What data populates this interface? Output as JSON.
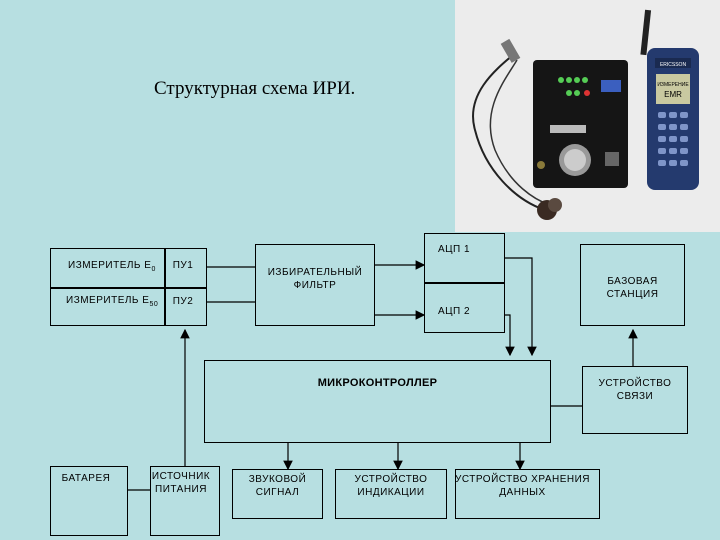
{
  "title": "Структурная схема ИРИ.",
  "blocks": {
    "meter_e0": {
      "label": "ИЗМЕРИТЕЛЬ E",
      "sub": "0"
    },
    "meter_e50": {
      "label": "ИЗМЕРИТЕЛЬ E",
      "sub": "50"
    },
    "pu1": "ПУ1",
    "pu2": "ПУ2",
    "filter_l1": "ИЗБИРАТЕЛЬНЫЙ",
    "filter_l2": "ФИЛЬТР",
    "adc1": "АЦП 1",
    "adc2": "АЦП 2",
    "base_l1": "БАЗОВАЯ",
    "base_l2": "СТАНЦИЯ",
    "mcu": "МИКРОКОНТРОЛЛЕР",
    "comm_l1": "УСТРОЙСТВО",
    "comm_l2": "СВЯЗИ",
    "battery": "БАТАРЕЯ",
    "power_l1": "ИСТОЧНИК",
    "power_l2": "ПИТАНИЯ",
    "sound_l1": "ЗВУКОВОЙ",
    "sound_l2": "СИГНАЛ",
    "display_l1": "УСТРОЙСТВО",
    "display_l2": "ИНДИКАЦИИ",
    "storage_l1": "УСТРОЙСТВО ХРАНЕНИЯ",
    "storage_l2": "ДАННЫХ"
  },
  "photo": {
    "device_screen_l1": "ИЗМЕРЕНИЕ",
    "device_screen_l2": "EMR",
    "phone_brand": "ERICSSON"
  }
}
